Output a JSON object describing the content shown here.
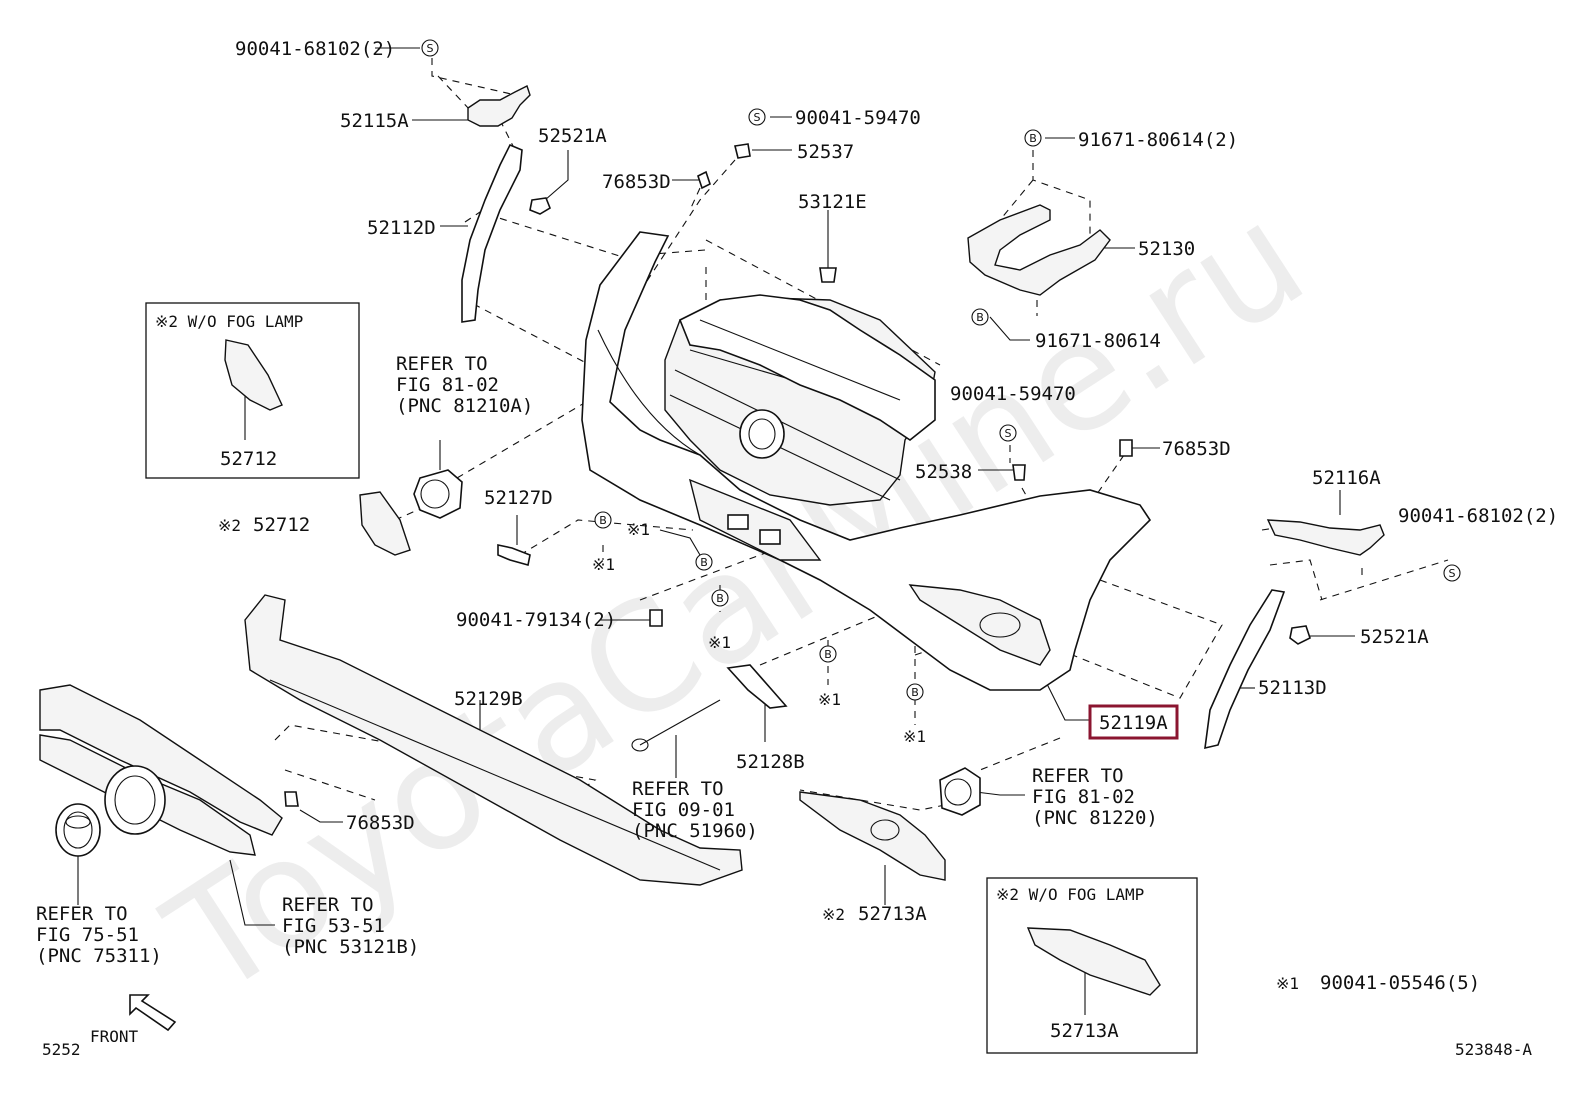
{
  "diagram": {
    "code": "523848-A",
    "page_ref": "5252",
    "front_label": "FRONT",
    "highlighted_part": "52119A",
    "watermark": "ToyotaCarMine.ru"
  },
  "labels": {
    "l_90041_68102_top": "90041-68102(2)",
    "l_52115A": "52115A",
    "l_52521A_top": "52521A",
    "l_90041_59470_top": "90041-59470",
    "l_52537": "52537",
    "l_76853D_top": "76853D",
    "l_52112D": "52112D",
    "l_53121E": "53121E",
    "l_91671_80614_2": "91671-80614(2)",
    "l_52130": "52130",
    "l_91671_80614": "91671-80614",
    "l_90041_59470_mid": "90041-59470",
    "l_52538": "52538",
    "l_76853D_right": "76853D",
    "l_52116A": "52116A",
    "l_90041_68102_right": "90041-68102(2)",
    "l_52521A_right": "52521A",
    "l_52113D": "52113D",
    "l_52119A": "52119A",
    "l_52127D": "52127D",
    "l_52712": "52712",
    "l_90041_79134": "90041-79134(2)",
    "l_52129B": "52129B",
    "l_52128B": "52128B",
    "l_76853D_bottom": "76853D",
    "l_52713A": "52713A",
    "x1_a": "※1",
    "x1_b": "※1",
    "x1_c": "※1",
    "x1_d": "※1",
    "x1_e": "※1",
    "x2_52712": "※2",
    "x2_52713A": "※2"
  },
  "refer_blocks": {
    "fog_left": [
      "REFER TO",
      "FIG 81-02",
      "(PNC 81210A)"
    ],
    "fig_09": [
      "REFER TO",
      "FIG 09-01",
      "(PNC 51960)"
    ],
    "fog_right": [
      "REFER TO",
      "FIG 81-02",
      "(PNC 81220)"
    ],
    "emblem": [
      "REFER TO",
      "FIG 75-51",
      "(PNC 75311)"
    ],
    "grille": [
      "REFER TO",
      "FIG 53-51",
      "(PNC 53121B)"
    ]
  },
  "inset_boxes": {
    "left": {
      "title": "※2 W/O FOG LAMP",
      "part": "52712"
    },
    "right": {
      "title": "※2 W/O FOG LAMP",
      "part": "52713A"
    }
  },
  "footnote": {
    "mark": "※1",
    "text": "90041-05546(5)"
  },
  "symbols": {
    "s": "S",
    "b": "B"
  },
  "colors": {
    "highlight": "#8b1530",
    "line": "#111111"
  }
}
